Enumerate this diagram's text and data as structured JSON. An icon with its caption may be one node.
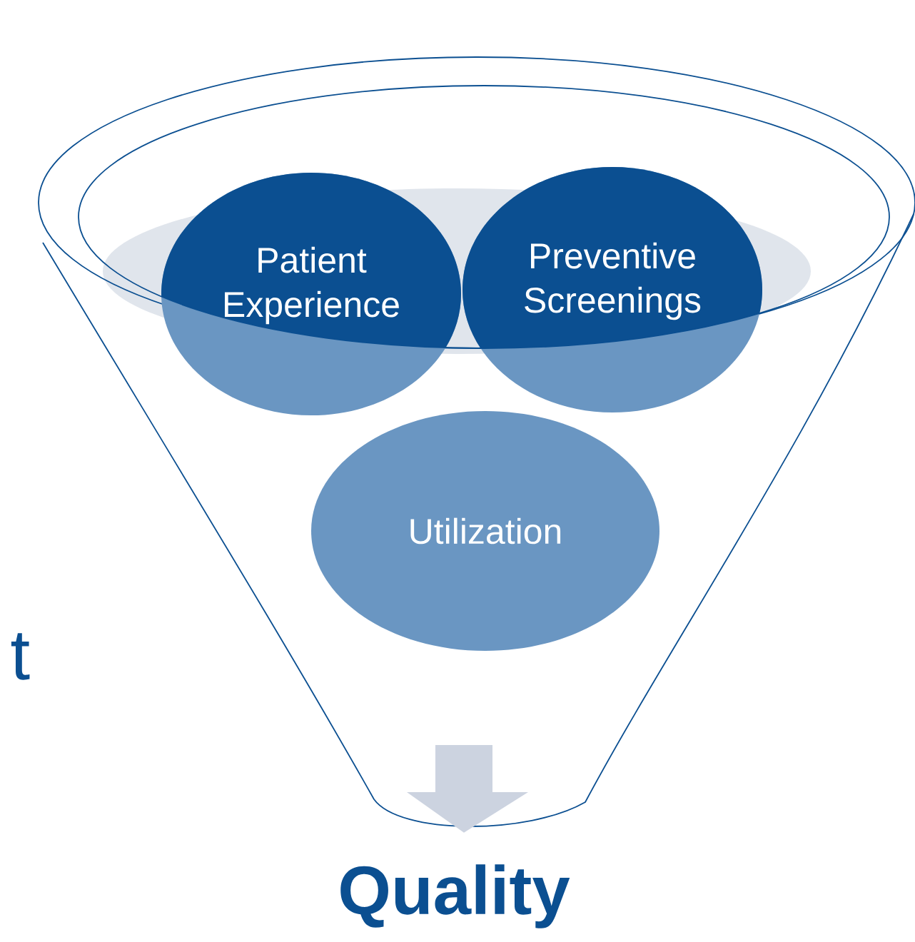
{
  "diagram": {
    "nodes": [
      {
        "text": [
          "Patient Experience"
        ]
      },
      {
        "text": [
          "Preventive Screenings"
        ]
      },
      {
        "text": [
          "Utilization"
        ]
      },
      {
        "text": [
          "Quality"
        ]
      }
    ],
    "edges": [
      {
        "from": null,
        "to": 3,
        "arrow": "to"
      }
    ],
    "labels": [
      "t"
    ]
  }
}
